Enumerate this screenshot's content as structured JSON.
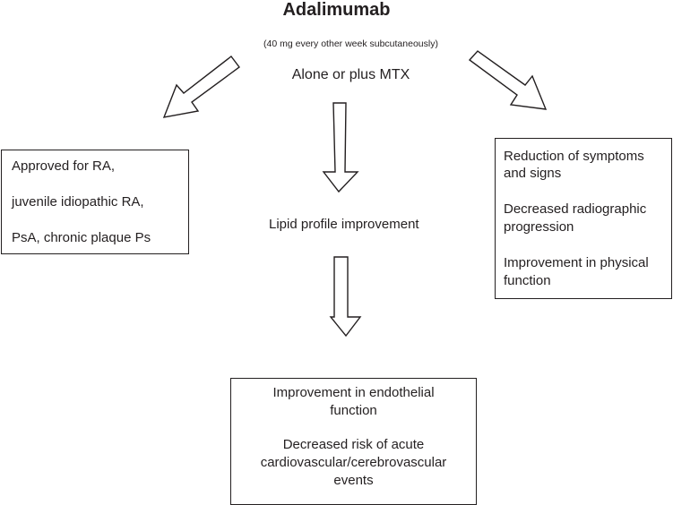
{
  "title": "Adalimumab",
  "dosage": "(40 mg every other week subcutaneously)",
  "regimen": "Alone or plus MTX",
  "lipid": "Lipid profile improvement",
  "left_box": {
    "lines": [
      "Approved for RA,",
      "juvenile idiopathic RA,",
      "PsA, chronic plaque Ps"
    ]
  },
  "right_box": {
    "lines": [
      "Reduction of symptoms",
      "and signs",
      "Decreased radiographic",
      "progression",
      "Improvement in physical",
      "function"
    ]
  },
  "bottom_box": {
    "lines": [
      "Improvement in endothelial",
      "function",
      "Decreased risk of acute",
      "cardiovascular/cerebrovascular",
      "events"
    ]
  }
}
